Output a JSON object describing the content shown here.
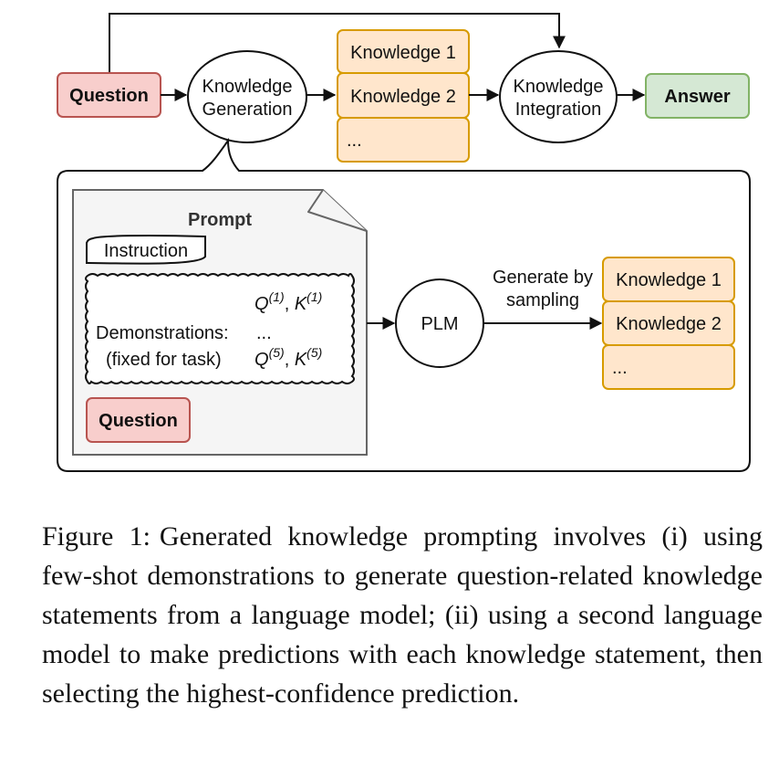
{
  "top_flow": {
    "question": "Question",
    "knowledge_generation": [
      "Knowledge",
      "Generation"
    ],
    "knowledge_items": [
      "Knowledge 1",
      "Knowledge 2",
      "..."
    ],
    "knowledge_integration": [
      "Knowledge",
      "Integration"
    ],
    "answer": "Answer"
  },
  "detail": {
    "prompt_title": "Prompt",
    "instruction": "Instruction",
    "demonstrations_label": "Demonstrations:",
    "fixed_label": "(fixed for task)",
    "q1": "Q",
    "q1_sup": "(1)",
    "k1": "K",
    "k1_sup": "(1)",
    "ellipsis": "...",
    "q5": "Q",
    "q5_sup": "(5)",
    "k5": "K",
    "k5_sup": "(5)",
    "question": "Question",
    "plm": "PLM",
    "generate_label": [
      "Generate by",
      "sampling"
    ],
    "knowledge_items": [
      "Knowledge 1",
      "Knowledge 2",
      "..."
    ]
  },
  "colors": {
    "question_fill": "#f8cecc",
    "question_stroke": "#b85450",
    "knowledge_fill": "#ffe6cc",
    "knowledge_stroke": "#d79b00",
    "answer_fill": "#d5e8d4",
    "answer_stroke": "#82b366",
    "prompt_fill": "#f5f5f5",
    "prompt_stroke": "#666666"
  },
  "caption": {
    "label": "Figure 1:",
    "text": "Generated knowledge prompting involves (i) using few-shot demonstrations to generate question-related knowledge statements from a language model; (ii) using a second language model to make predictions with each knowledge statement, then selecting the highest-confidence prediction."
  }
}
